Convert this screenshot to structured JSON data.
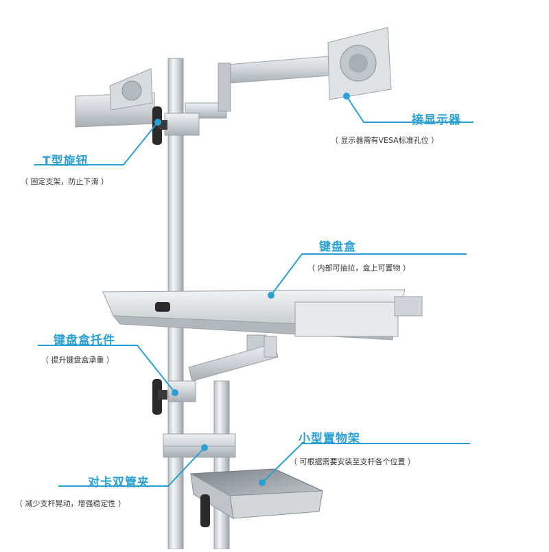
{
  "accent_color": "#2a9fd2",
  "callouts": {
    "monitor": {
      "title": "接显示器",
      "note": "（ 显示器需有VESA标准孔位 ）"
    },
    "knob": {
      "title": "T型旋钮",
      "note": "（ 固定支架，防止下滑 ）"
    },
    "keyboard": {
      "title": "键盘盒",
      "note": "（ 内部可抽拉，盒上可置物 ）"
    },
    "tray_arm": {
      "title": "键盘盒托件",
      "note": "（ 提升键盘盒承重 ）"
    },
    "shelf": {
      "title": "小型置物架",
      "note": "（ 可根据需要安装至支杆各个位置 ）"
    },
    "tube_clamp": {
      "title": "对卡双管夹",
      "note": "（ 减少支杆晃动，增强稳定性 ）"
    }
  }
}
